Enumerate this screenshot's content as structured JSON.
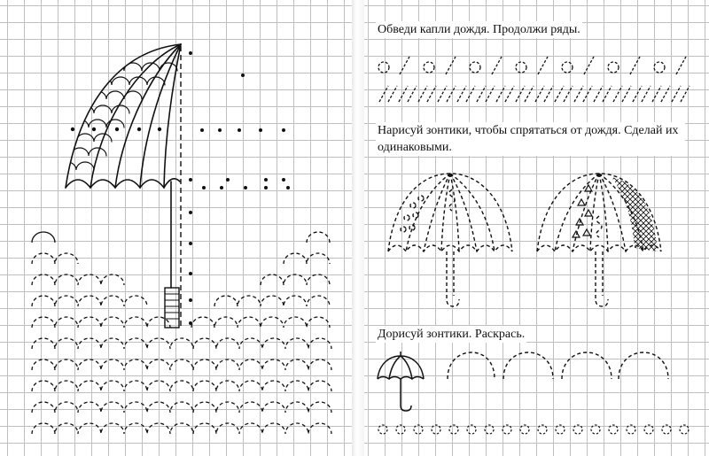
{
  "tasks": [
    {
      "id": "trace-raindrops",
      "text": "Обведи капли дождя. Продолжи ряды."
    },
    {
      "id": "draw-umbrellas",
      "text": "Нарисуй зонтики, чтобы спрятаться от дождя. Сделай их одинаковыми."
    },
    {
      "id": "finish-umbrellas",
      "text": "Дорисуй зонтики. Раскрась."
    }
  ],
  "colors": {
    "ink": "#111111",
    "grid": "#bfbfbf",
    "paper": "#ffffff"
  },
  "icons": [
    "umbrella-outline-icon",
    "dashed-umbrella-icon",
    "raindrop-dash-icon",
    "dot-guide-icon"
  ]
}
